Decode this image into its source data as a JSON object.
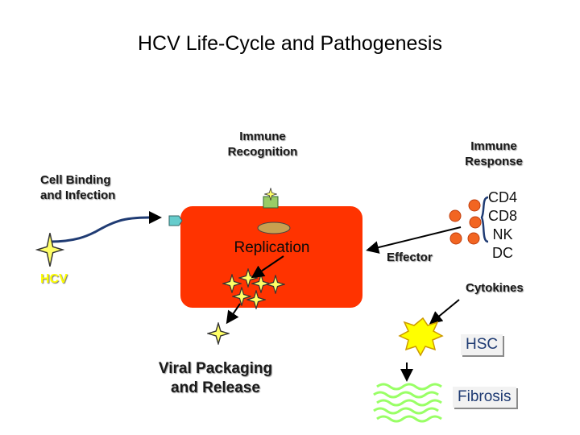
{
  "title": "HCV Life-Cycle and Pathogenesis",
  "labels": {
    "immune_recognition": [
      "Immune",
      "Recognition"
    ],
    "immune_response": [
      "Immune",
      "Response"
    ],
    "cell_binding": [
      "Cell Binding",
      "and Infection"
    ],
    "hcv": "HCV",
    "replication": "Replication",
    "effector": "Effector",
    "cells": [
      "CD4",
      "CD8",
      "NK",
      "DC"
    ],
    "cytokines": "Cytokines",
    "hsc": "HSC",
    "viral_packaging": [
      "Viral Packaging",
      "and Release"
    ],
    "fibrosis": "Fibrosis"
  },
  "colors": {
    "hepatocyte": "#ff3300",
    "immune_cell": "#f26522",
    "virion": "#ffff66",
    "hsc": "#ffff00",
    "fibrosis": "#99ff66",
    "hcv_label": "#ffff00",
    "receptor": "#66cccc",
    "nucleus": "#c8a050"
  }
}
